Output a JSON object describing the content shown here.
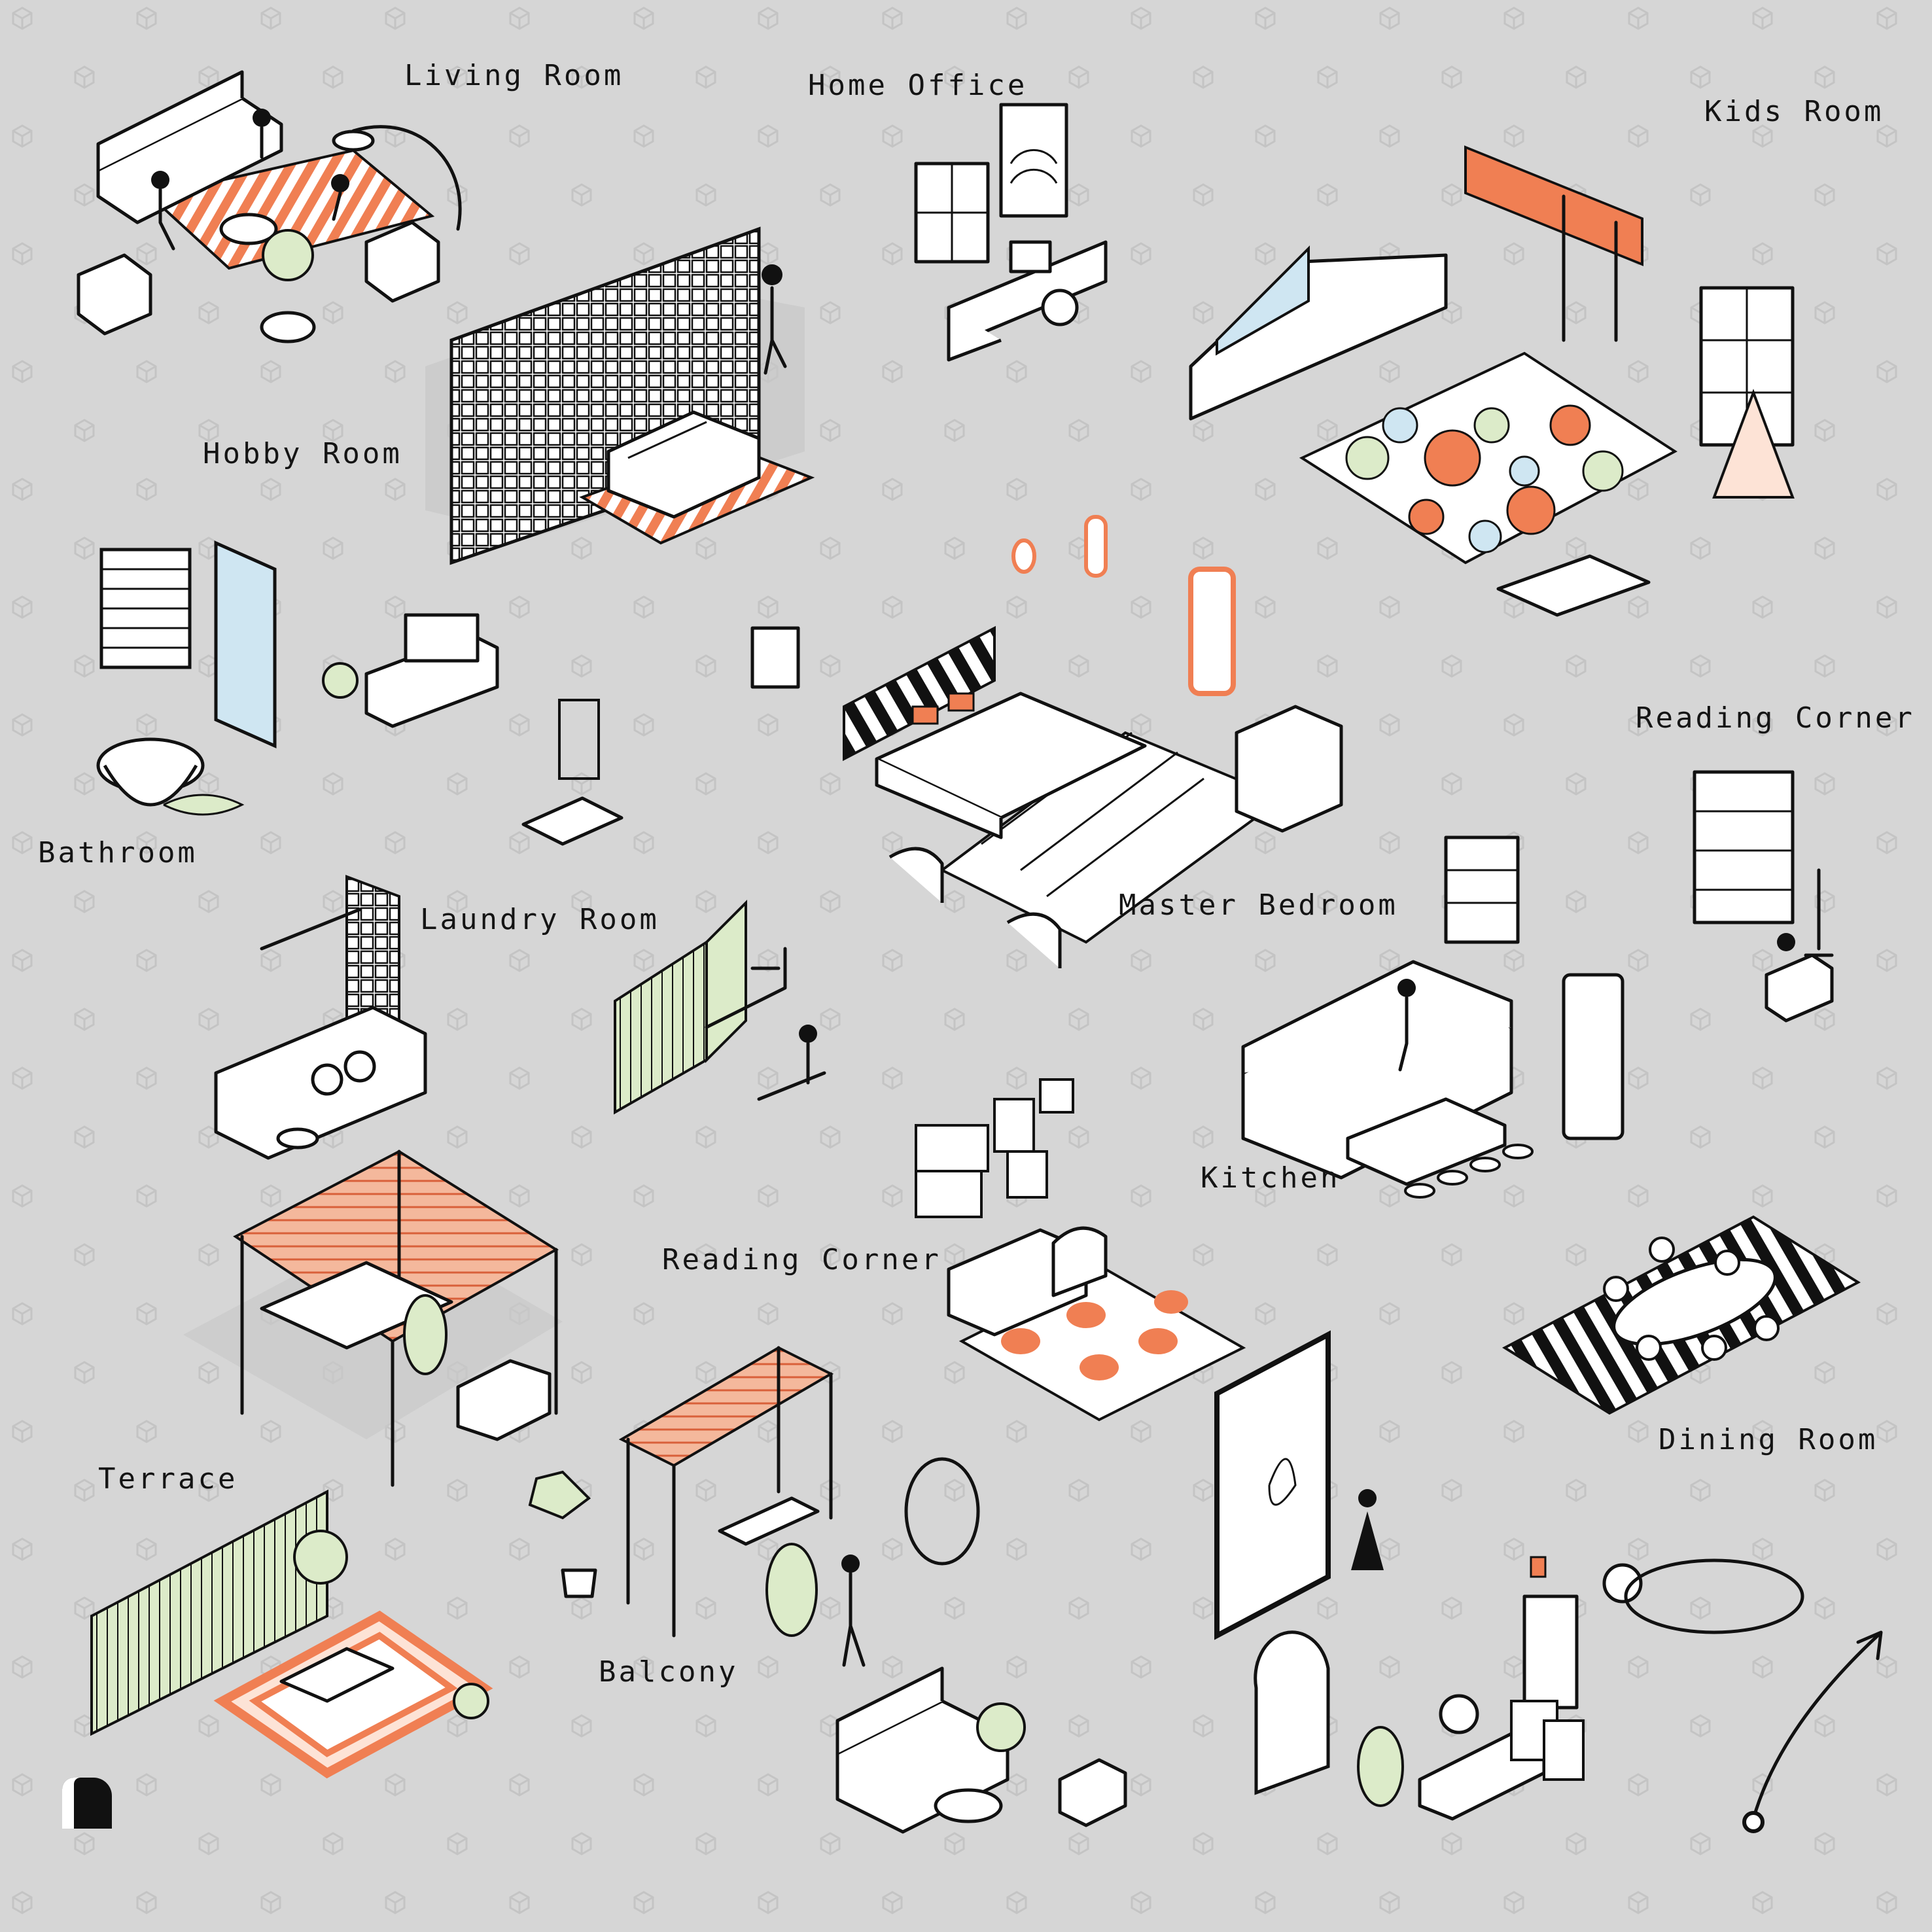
{
  "labels": {
    "living_room": "Living Room",
    "home_office": "Home Office",
    "kids_room": "Kids Room",
    "hobby_room": "Hobby Room",
    "bathroom": "Bathroom",
    "reading_corner_1": "Reading Corner",
    "master_bedroom": "Master Bedroom",
    "laundry_room": "Laundry Room",
    "kitchen": "Kitchen",
    "reading_corner_2": "Reading Corner",
    "dining_room": "Dining Room",
    "terrace": "Terrace",
    "balcony": "Balcony"
  },
  "colors": {
    "background": "#d6d6d6",
    "accent_orange": "#f07f53",
    "mint": "#dcebc9",
    "sky": "#cfe6f2",
    "ink": "#111111",
    "paper": "#ffffff"
  },
  "icons": {
    "watermark": "cube-watermark-icon",
    "brand": "tofu-logo-icon",
    "rotate": "rotate-arrow-icon"
  }
}
